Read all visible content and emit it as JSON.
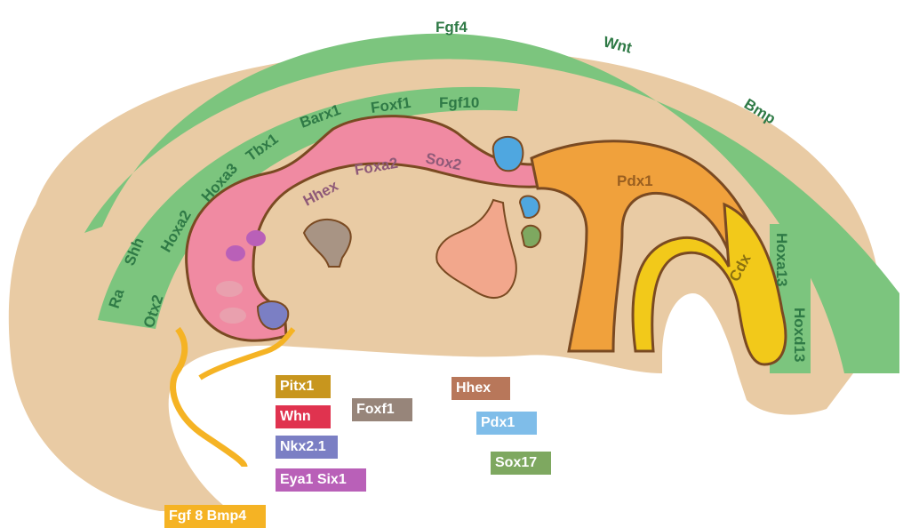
{
  "outer_arc": {
    "labels": [
      "Fgf4",
      "Wnt",
      "Bmp"
    ]
  },
  "inner_arc": {
    "labels": [
      "Ra",
      "Shh",
      "Hoxa2",
      "Hoxa3",
      "Tbx1",
      "Barx1",
      "Foxf1",
      "Fgf10"
    ],
    "lower_labels": [
      "Otx2"
    ]
  },
  "gut_labels": {
    "foregut": [
      "Hhex",
      "Foxa2",
      "Sox2"
    ],
    "pancreas": "Pdx1",
    "hindgut": "Cdx",
    "posterior": [
      "Hoxa13",
      "Hoxd13"
    ]
  },
  "legend": [
    {
      "id": "pitx1",
      "label": "Pitx1",
      "color": "#c8961e"
    },
    {
      "id": "whn",
      "label": "Whn",
      "color": "#e0334f"
    },
    {
      "id": "nkx21",
      "label": "Nkx2.1",
      "color": "#7b7fc4"
    },
    {
      "id": "eya1six1",
      "label": "Eya1  Six1",
      "color": "#b960b8"
    },
    {
      "id": "fgf8bmp4",
      "label": "Fgf 8 Bmp4",
      "color": "#f5b324"
    },
    {
      "id": "foxf1",
      "label": "Foxf1",
      "color": "#97857a"
    },
    {
      "id": "hhex",
      "label": "Hhex",
      "color": "#b8775a"
    },
    {
      "id": "pdx1",
      "label": "Pdx1",
      "color": "#7fbde9"
    },
    {
      "id": "sox17",
      "label": "Sox17",
      "color": "#7ea860"
    }
  ],
  "colors": {
    "embryo": "#e9cba4",
    "arc": "#7cc57e",
    "foregut": "#f08aa2",
    "midgut": "#f0a13c",
    "hindgut": "#f2c91a",
    "outline": "#7a4a22"
  }
}
